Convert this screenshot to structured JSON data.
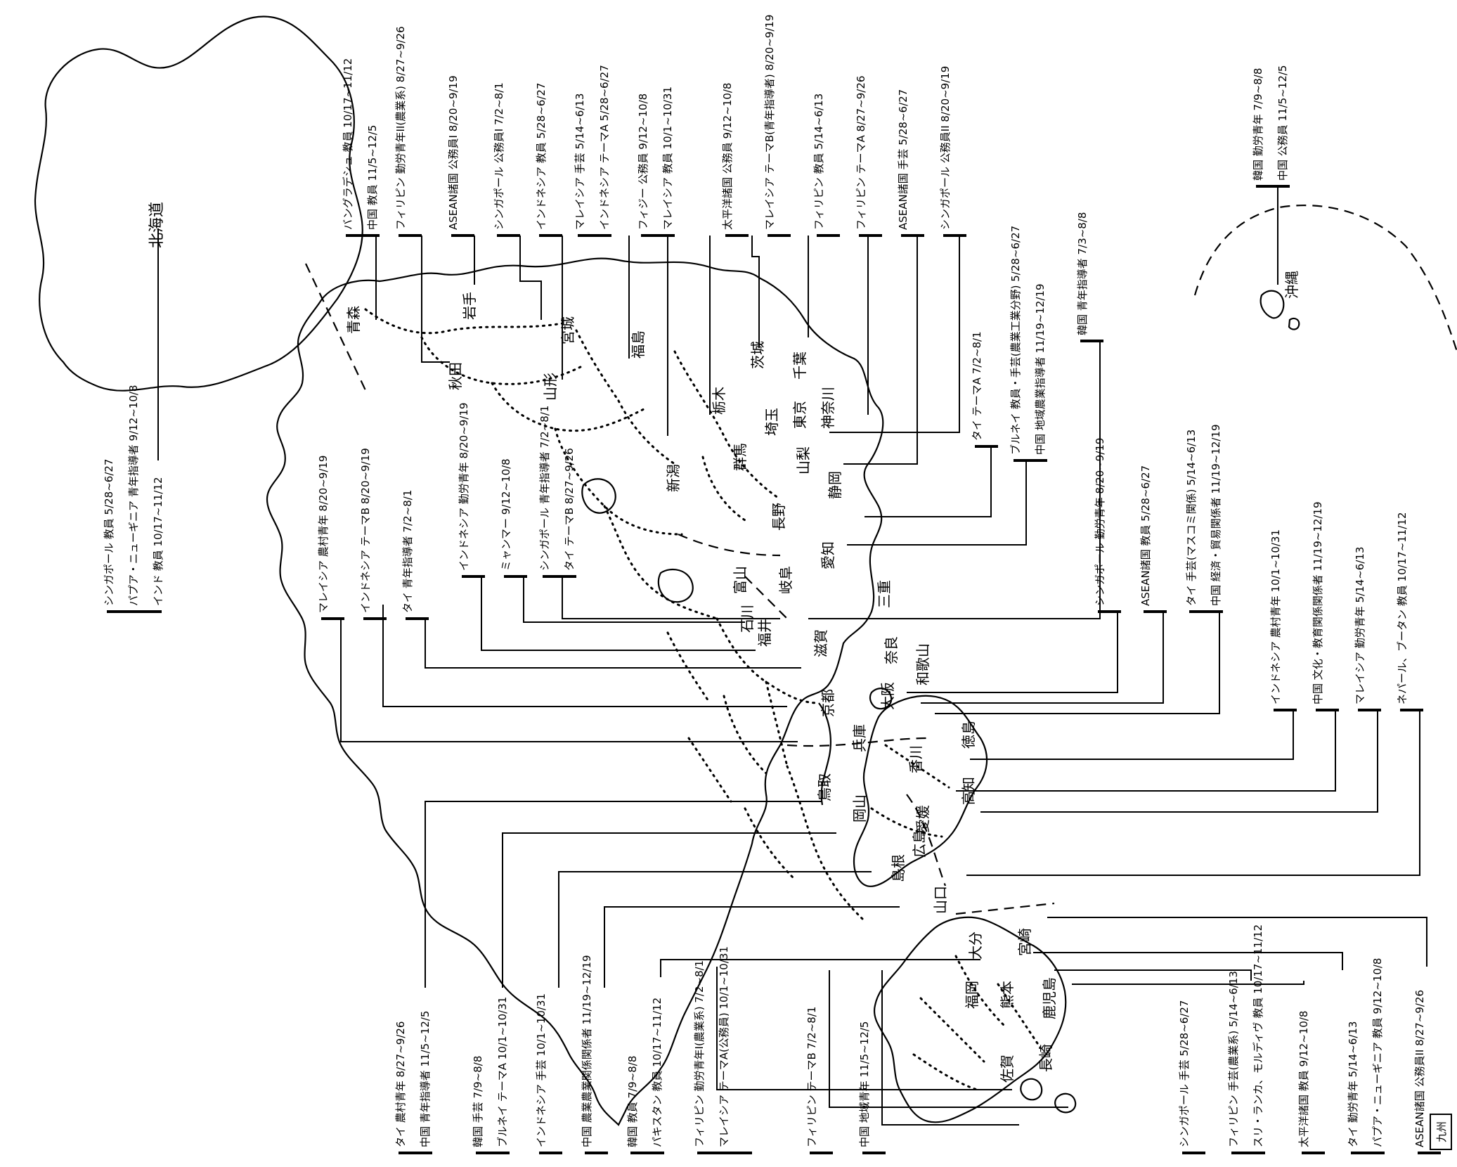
{
  "prefectures": {
    "hokkaido": "北海道",
    "aomori": "青森",
    "akita": "秋田",
    "iwate": "岩手",
    "miyagi": "宮城",
    "yamagata": "山形",
    "fukushima": "福島",
    "niigata": "新潟",
    "tochigi": "栃木",
    "ibaraki": "茨城",
    "gunma": "群馬",
    "saitama": "埼玉",
    "tokyo": "東京",
    "chiba": "千葉",
    "kanagawa": "神奈川",
    "yamanashi": "山梨",
    "nagano": "長野",
    "shizuoka": "静岡",
    "toyama": "富山",
    "ishikawa": "石川",
    "gifu": "岐阜",
    "aichi": "愛知",
    "fukui": "福井",
    "shiga": "滋賀",
    "mie": "三重",
    "kyoto": "京都",
    "nara": "奈良",
    "osaka": "大阪",
    "wakayama": "和歌山",
    "hyogo": "兵庫",
    "tottori": "鳥取",
    "okayama": "岡山",
    "shimane": "島根",
    "hiroshima": "広島",
    "yamaguchi": "山口",
    "kagawa": "香川",
    "tokushima": "徳島",
    "ehime": "愛媛",
    "kochi": "高知",
    "fukuoka": "福岡",
    "oita": "大分",
    "saga": "佐賀",
    "nagasaki": "長崎",
    "kumamoto": "熊本",
    "miyazaki": "宮崎",
    "kagoshima": "鹿児島",
    "okinawa": "沖縄"
  },
  "callouts": {
    "hokkaido": [
      "シンガポール 教員 5/28~6/27",
      "パプア・ニューギニア 青年指導者 9/12~10/8",
      "インド 教員 10/17~11/12"
    ],
    "aomori": [
      "バングラデシュ 教員 10/17~11/12",
      "中国 教員 11/5~12/5"
    ],
    "akita": [
      "フィリピン 勤労青年II(農業系) 8/27~9/26"
    ],
    "iwate": [
      "ASEAN諸国 公務員I 8/20~9/19"
    ],
    "miyagi": [
      "シンガポール 公務員I 7/2~8/1"
    ],
    "yamagata": [
      "インドネシア 教員 5/28~6/27"
    ],
    "fukushima": [
      "マレイシア 手芸 5/14~6/13",
      "インドネシア テーマA 5/28~6/27"
    ],
    "niigata": [
      "フィジー 公務員 9/12~10/8",
      "マレイシア 教員 10/1~10/31"
    ],
    "gunma": [
      "太平洋諸国 公務員 9/12~10/8"
    ],
    "ibaraki": [
      "マレイシア テーマB(青年指導者) 8/20~9/19"
    ],
    "chiba": [
      "フィリピン 教員 5/14~6/13"
    ],
    "kanagawa": [
      "フィリピン テーマA 8/27~9/26"
    ],
    "yamanashi": [
      "ASEAN諸国 手芸 5/28~6/27"
    ],
    "tokyo": [
      "シンガポール 公務員II 8/20~9/19"
    ],
    "shizuoka": [
      "タイ テーマA 7/2~8/1"
    ],
    "aichi": [
      "ブルネイ 教員・手芸(農業工業分野) 5/28~6/27",
      "中国 地域農業指導者 11/19~12/19"
    ],
    "gifu": [
      "韓国 青年指導者 7/3~8/8"
    ],
    "okinawa": [
      "韓国 勤労青年 7/9~8/8",
      "中国 公務員 11/5~12/5"
    ],
    "ishikawa": [
      "マレイシア 農村青年 8/20~9/19"
    ],
    "hyogo": [
      "インドネシア テーマB 8/20~9/19"
    ],
    "kyoto": [
      "タイ 青年指導者 7/2~8/1"
    ],
    "fukui": [
      "インドネシア 勤労青年 8/20~9/19"
    ],
    "toyama": [
      "ミャンマー 9/12~10/8"
    ],
    "shiga": [
      "シンガポール 青年指導者 7/2~8/1",
      "タイ テーマB 8/27~9/26"
    ],
    "mie": [
      "シンガポール 勤労青年 8/20~9/19"
    ],
    "nara": [
      "ASEAN諸国 教員 5/28~6/27"
    ],
    "osaka": [
      "タイ 手芸(マスコミ関係) 5/14~6/13",
      "中国 経済・貿易関係者 11/19~12/19"
    ],
    "tokushima": [
      "インドネシア 農村青年 10/1~10/31"
    ],
    "kagawa": [
      "中国 文化・教育関係関係者 11/19~12/19"
    ],
    "kochi": [
      "マレイシア 勤労青年 5/14~6/13"
    ],
    "ehime": [
      "ネパール、ブータン 教員 10/17~11/12"
    ],
    "tottori": [
      "タイ 農村青年 8/27~9/26",
      "中国 青年指導者 11/5~12/5"
    ],
    "okayama": [
      "韓国 手芸 7/9~8/8",
      "ブルネイ テーマA 10/1~10/31"
    ],
    "hiroshima": [
      "インドネシア 手芸 10/1~10/31"
    ],
    "shimane": [
      "中国 農業農業関係関係者 11/19~12/19"
    ],
    "yamaguchi": [
      "韓国 教員 7/9~8/8",
      "パキスタン 教員 10/17~11/12"
    ],
    "fukuoka": [
      "フィリピン 勤労青年I(農業系) 7/2~8/1",
      "マレイシア テーマA(公務員) 10/1~10/31"
    ],
    "saga": [
      "フィリピン テーマB 7/2~8/1"
    ],
    "nagasaki": [
      "中国 地域青年 11/5~12/5"
    ],
    "oita": [
      "シンガポール 手芸 5/28~6/27"
    ],
    "miyazaki": [
      "フィリピン 手芸(農業系) 5/14~6/13",
      "スリ・ランカ、モルディヴ 教員 10/17~11/12"
    ],
    "kagoshima": [
      "太平洋諸国 教員 9/12~10/8"
    ],
    "kumamoto": [
      "タイ 勤労青年 5/14~6/13",
      "パプア・ニューギニア 教員 9/12~10/8"
    ],
    "kyushu": [
      "ASEAN諸国 公務員II 8/27~9/26"
    ]
  },
  "kyushu_box": "九州"
}
